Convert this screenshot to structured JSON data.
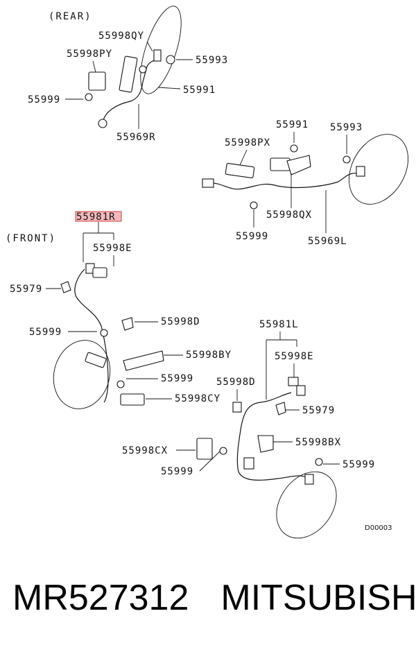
{
  "sections": {
    "rear": "(REAR)",
    "front": "(FRONT)"
  },
  "parts": {
    "p55998QY": "55998QY",
    "p55998PY": "55998PY",
    "p55993_a": "55993",
    "p55991_a": "55991",
    "p55999_a": "55999",
    "p55969R": "55969R",
    "p55991_b": "55991",
    "p55993_b": "55993",
    "p55998PX": "55998PX",
    "p55998QX": "55998QX",
    "p55999_b": "55999",
    "p55969L": "55969L",
    "p55981R": "55981R",
    "p55998E_a": "55998E",
    "p55979_a": "55979",
    "p55999_c": "55999",
    "p55998D_a": "55998D",
    "p55998BY": "55998BY",
    "p55999_d": "55999",
    "p55998CY": "55998CY",
    "p55981L": "55981L",
    "p55998E_b": "55998E",
    "p55998D_b": "55998D",
    "p55979_b": "55979",
    "p55998BX": "55998BX",
    "p55998CX": "55998CX",
    "p55999_e": "55999",
    "p55999_f": "55999"
  },
  "diagram_code": "D00003",
  "footer": {
    "part_number": "MR527312",
    "brand": "MITSUBISHI"
  },
  "highlight_color": "#f4b9bd"
}
